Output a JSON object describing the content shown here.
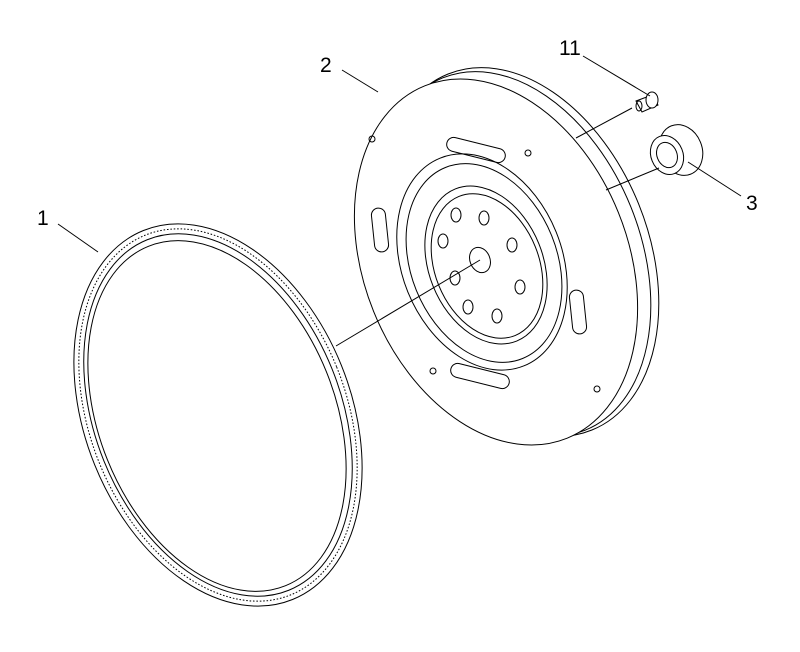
{
  "callouts": {
    "ring_gear": "1",
    "flywheel": "2",
    "bushing": "3",
    "bolt": "11"
  }
}
